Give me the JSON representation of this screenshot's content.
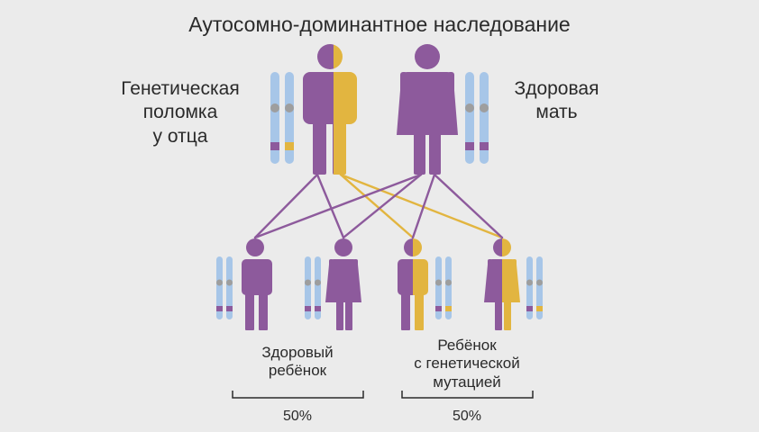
{
  "title": "Аутосомно-доминантное наследование",
  "father_label": [
    "Генетическая",
    "поломка",
    "у отца"
  ],
  "mother_label": [
    "Здоровая",
    "мать"
  ],
  "healthy_group": {
    "label": [
      "Здоровый",
      "ребёнок"
    ],
    "percent": "50%"
  },
  "affected_group": {
    "label": [
      "Ребёнок",
      "с генетической",
      "мутацией"
    ],
    "percent": "50%"
  },
  "colors": {
    "healthy": "#8d5a9c",
    "mutation": "#e2b540",
    "chromosome": "#a7c6e8",
    "line_purple": "#8d5a9c",
    "line_yellow": "#e2b540",
    "background": "#ebebeb"
  }
}
